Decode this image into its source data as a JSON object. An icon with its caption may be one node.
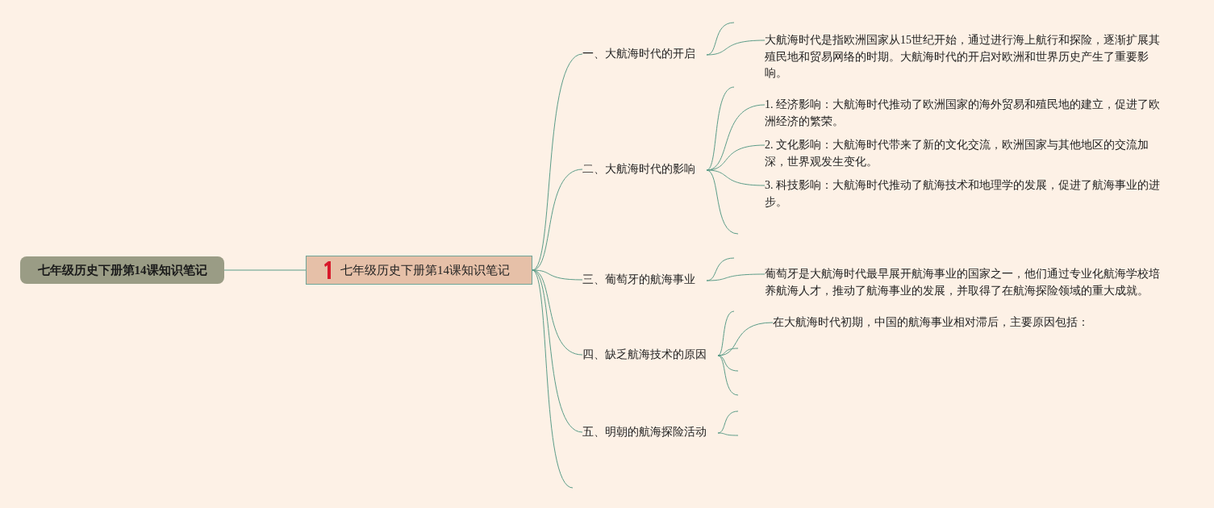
{
  "diagram": {
    "nodes": [
      {
        "text": [
          "七年级历史下册第14课知识笔记"
        ]
      },
      {
        "text": [
          "七年级历史下册第14课知识笔记"
        ]
      },
      {
        "text": [
          "一、大航海时代的开启"
        ]
      },
      {
        "text": [
          "大航海时代是指欧洲国家从15世纪开始，通过进行海上航行和探险，逐渐扩展其殖民地和贸易网络的时期。大航海时代的开启对欧洲和世界历史产生了重要影响。"
        ]
      },
      {
        "text": [
          "二、大航海时代的影响"
        ]
      },
      {
        "text": [
          "1. 经济影响：大航海时代推动了欧洲国家的海外贸易和殖民地的建立，促进了欧洲经济的繁荣。"
        ]
      },
      {
        "text": [
          "2. 文化影响：大航海时代带来了新的文化交流，欧洲国家与其他地区的交流加深，世界观发生变化。"
        ]
      },
      {
        "text": [
          "3. 科技影响：大航海时代推动了航海技术和地理学的发展，促进了航海事业的进步。"
        ]
      },
      {
        "text": [
          "三、葡萄牙的航海事业"
        ]
      },
      {
        "text": [
          "葡萄牙是大航海时代最早展开航海事业的国家之一，他们通过专业化航海学校培养航海人才，推动了航海事业的发展，并取得了在航海探险领域的重大成就。"
        ]
      },
      {
        "text": [
          "四、缺乏航海技术的原因"
        ]
      },
      {
        "text": [
          "在大航海时代初期，中国的航海事业相对滞后，主要原因包括："
        ]
      },
      {
        "text": [
          "五、明朝的航海探险活动"
        ]
      }
    ],
    "edges": [
      {
        "from": 0,
        "to": 1,
        "arrow": "none"
      },
      {
        "from": 1,
        "to": 2,
        "arrow": "none"
      },
      {
        "from": 1,
        "to": 4,
        "arrow": "none"
      },
      {
        "from": 1,
        "to": 8,
        "arrow": "none"
      },
      {
        "from": 1,
        "to": 10,
        "arrow": "none"
      },
      {
        "from": 1,
        "to": 12,
        "arrow": "none"
      },
      {
        "from": 1,
        "to": null,
        "arrow": "none"
      },
      {
        "from": 2,
        "to": null,
        "arrow": "none"
      },
      {
        "from": 2,
        "to": 3,
        "arrow": "none"
      },
      {
        "from": 4,
        "to": null,
        "arrow": "none"
      },
      {
        "from": 4,
        "to": 5,
        "arrow": "none"
      },
      {
        "from": 4,
        "to": 6,
        "arrow": "none"
      },
      {
        "from": 4,
        "to": 7,
        "arrow": "none"
      },
      {
        "from": 4,
        "to": null,
        "arrow": "none"
      },
      {
        "from": 8,
        "to": null,
        "arrow": "none"
      },
      {
        "from": 8,
        "to": 9,
        "arrow": "none"
      },
      {
        "from": 10,
        "to": null,
        "arrow": "none"
      },
      {
        "from": 10,
        "to": 11,
        "arrow": "none"
      },
      {
        "from": 10,
        "to": null,
        "arrow": "none"
      },
      {
        "from": 10,
        "to": null,
        "arrow": "none"
      },
      {
        "from": 10,
        "to": null,
        "arrow": "none"
      },
      {
        "from": 12,
        "to": null,
        "arrow": "none"
      },
      {
        "from": 12,
        "to": null,
        "arrow": "none"
      }
    ]
  }
}
